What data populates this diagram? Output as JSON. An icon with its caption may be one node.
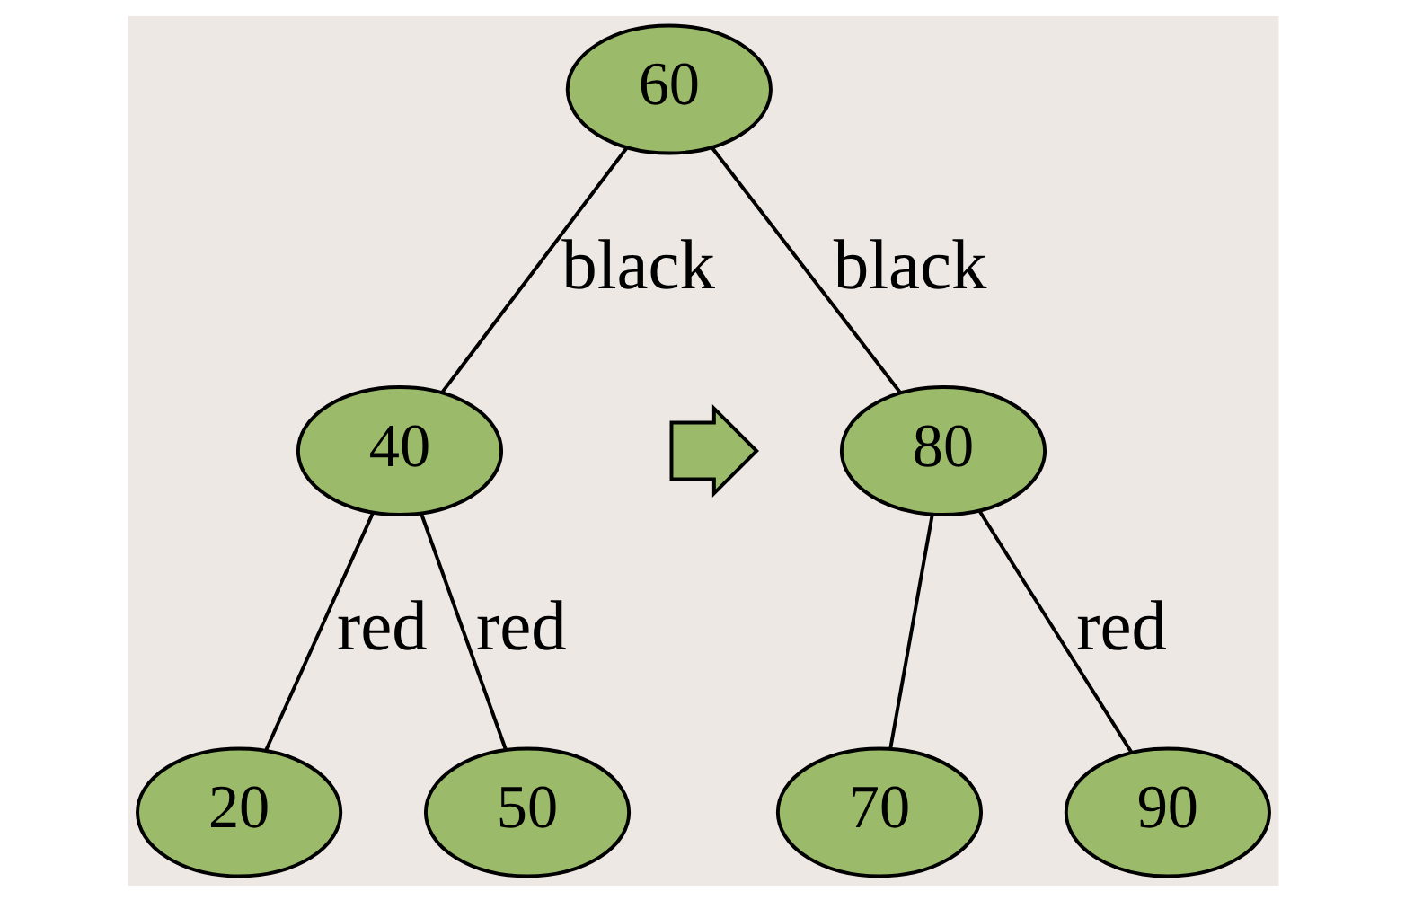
{
  "diagram": {
    "nodes": [
      {
        "text": [
          "60"
        ]
      },
      {
        "text": [],
        "shape": "triangle"
      },
      {
        "text": [
          "40"
        ]
      },
      {
        "text": [
          "80"
        ]
      },
      {
        "text": [
          "20"
        ]
      },
      {
        "text": [
          "50"
        ]
      },
      {
        "text": [
          "70"
        ]
      },
      {
        "text": [
          "90"
        ]
      }
    ],
    "edges": [
      {
        "from": 0,
        "to": 2,
        "arrow": "none",
        "label": "black"
      },
      {
        "from": 0,
        "to": 3,
        "arrow": "none",
        "label": "black"
      },
      {
        "from": 2,
        "to": 4,
        "arrow": "none",
        "label": "red"
      },
      {
        "from": 2,
        "to": 5,
        "arrow": "none",
        "label": "red"
      },
      {
        "from": 3,
        "to": 6,
        "arrow": "none"
      },
      {
        "from": 3,
        "to": 7,
        "arrow": "none",
        "label": "red"
      }
    ]
  }
}
